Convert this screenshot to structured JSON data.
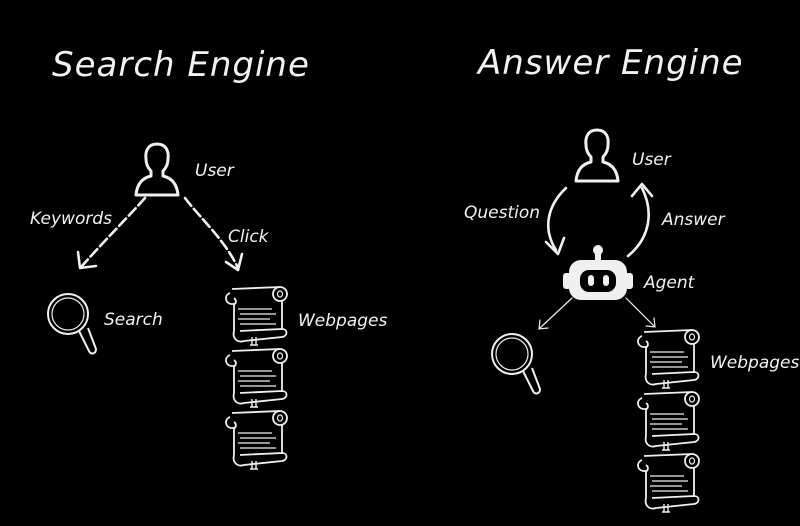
{
  "left": {
    "title": "Search Engine",
    "user_label": "User",
    "keywords_label": "Keywords",
    "click_label": "Click",
    "search_label": "Search",
    "webpages_label": "Webpages"
  },
  "right": {
    "title": "Answer Engine",
    "user_label": "User",
    "question_label": "Question",
    "answer_label": "Answer",
    "agent_label": "Agent",
    "webpages_label": "Webpages"
  },
  "icons": [
    "user-icon",
    "magnifier-icon",
    "scroll-icon",
    "robot-icon"
  ],
  "colors": {
    "background": "#000000",
    "ink": "#f0f0f0"
  }
}
